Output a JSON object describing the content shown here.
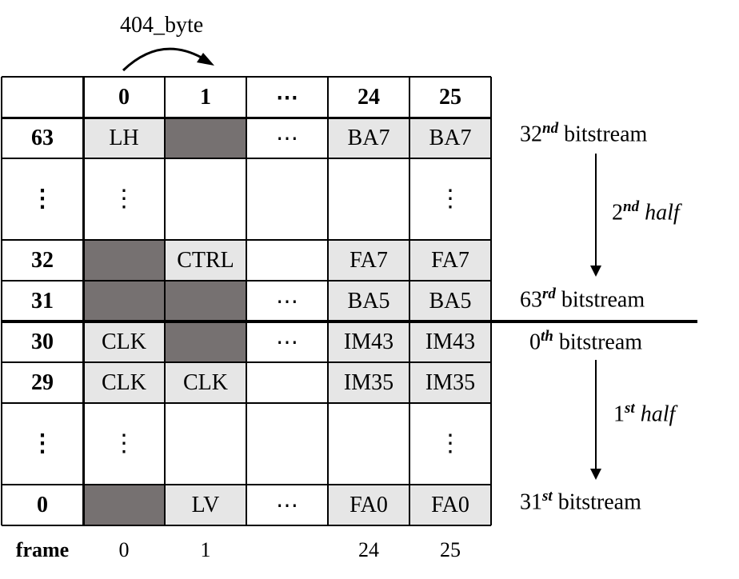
{
  "top_label": "404_byte",
  "header": {
    "corner": "",
    "columns": [
      "0",
      "1",
      "⋯",
      "24",
      "25"
    ]
  },
  "rows": [
    {
      "label": "63",
      "cells": [
        {
          "text": "LH",
          "fill": "light"
        },
        {
          "text": "",
          "fill": "dark"
        },
        {
          "text": "⋯",
          "fill": "none"
        },
        {
          "text": "BA7",
          "fill": "light"
        },
        {
          "text": "BA7",
          "fill": "light"
        }
      ]
    },
    {
      "label": "⋮",
      "cells": [
        {
          "text": "⋮",
          "fill": "none"
        },
        {
          "text": "",
          "fill": "none"
        },
        {
          "text": "",
          "fill": "none"
        },
        {
          "text": "",
          "fill": "none"
        },
        {
          "text": "⋮",
          "fill": "none"
        }
      ]
    },
    {
      "label": "32",
      "cells": [
        {
          "text": "",
          "fill": "dark"
        },
        {
          "text": "CTRL",
          "fill": "light"
        },
        {
          "text": "",
          "fill": "none"
        },
        {
          "text": "FA7",
          "fill": "light"
        },
        {
          "text": "FA7",
          "fill": "light"
        }
      ]
    },
    {
      "label": "31",
      "cells": [
        {
          "text": "",
          "fill": "dark"
        },
        {
          "text": "",
          "fill": "dark"
        },
        {
          "text": "⋯",
          "fill": "none"
        },
        {
          "text": "BA5",
          "fill": "light"
        },
        {
          "text": "BA5",
          "fill": "light"
        }
      ]
    },
    {
      "label": "30",
      "cells": [
        {
          "text": "CLK",
          "fill": "light"
        },
        {
          "text": "",
          "fill": "dark"
        },
        {
          "text": "⋯",
          "fill": "none"
        },
        {
          "text": "IM43",
          "fill": "light"
        },
        {
          "text": "IM43",
          "fill": "light"
        }
      ]
    },
    {
      "label": "29",
      "cells": [
        {
          "text": "CLK",
          "fill": "light"
        },
        {
          "text": "CLK",
          "fill": "light"
        },
        {
          "text": "",
          "fill": "none"
        },
        {
          "text": "IM35",
          "fill": "light"
        },
        {
          "text": "IM35",
          "fill": "light"
        }
      ]
    },
    {
      "label": "⋮",
      "cells": [
        {
          "text": "⋮",
          "fill": "none"
        },
        {
          "text": "",
          "fill": "none"
        },
        {
          "text": "",
          "fill": "none"
        },
        {
          "text": "",
          "fill": "none"
        },
        {
          "text": "⋮",
          "fill": "none"
        }
      ]
    },
    {
      "label": "0",
      "cells": [
        {
          "text": "",
          "fill": "dark"
        },
        {
          "text": "LV",
          "fill": "light"
        },
        {
          "text": "⋯",
          "fill": "none"
        },
        {
          "text": "FA0",
          "fill": "light"
        },
        {
          "text": "FA0",
          "fill": "light"
        }
      ]
    }
  ],
  "frame_row": {
    "label": "frame",
    "values": [
      "0",
      "1",
      "",
      "24",
      "25"
    ]
  },
  "annotations": {
    "bs32": {
      "num": "32",
      "sup": "nd",
      "rest": " bitstream"
    },
    "half2": {
      "num": "2",
      "sup": "nd",
      "word": "half"
    },
    "bs63": {
      "num": "63",
      "sup": "rd",
      "rest": " bitstream"
    },
    "bs0": {
      "num": "0",
      "sup": "th",
      "rest": " bitstream"
    },
    "half1": {
      "num": "1",
      "sup": "st",
      "word": "half"
    },
    "bs31": {
      "num": "31",
      "sup": "st",
      "rest": " bitstream"
    }
  },
  "colors": {
    "light": "#e6e6e6",
    "dark": "#767171",
    "line": "#000000"
  }
}
